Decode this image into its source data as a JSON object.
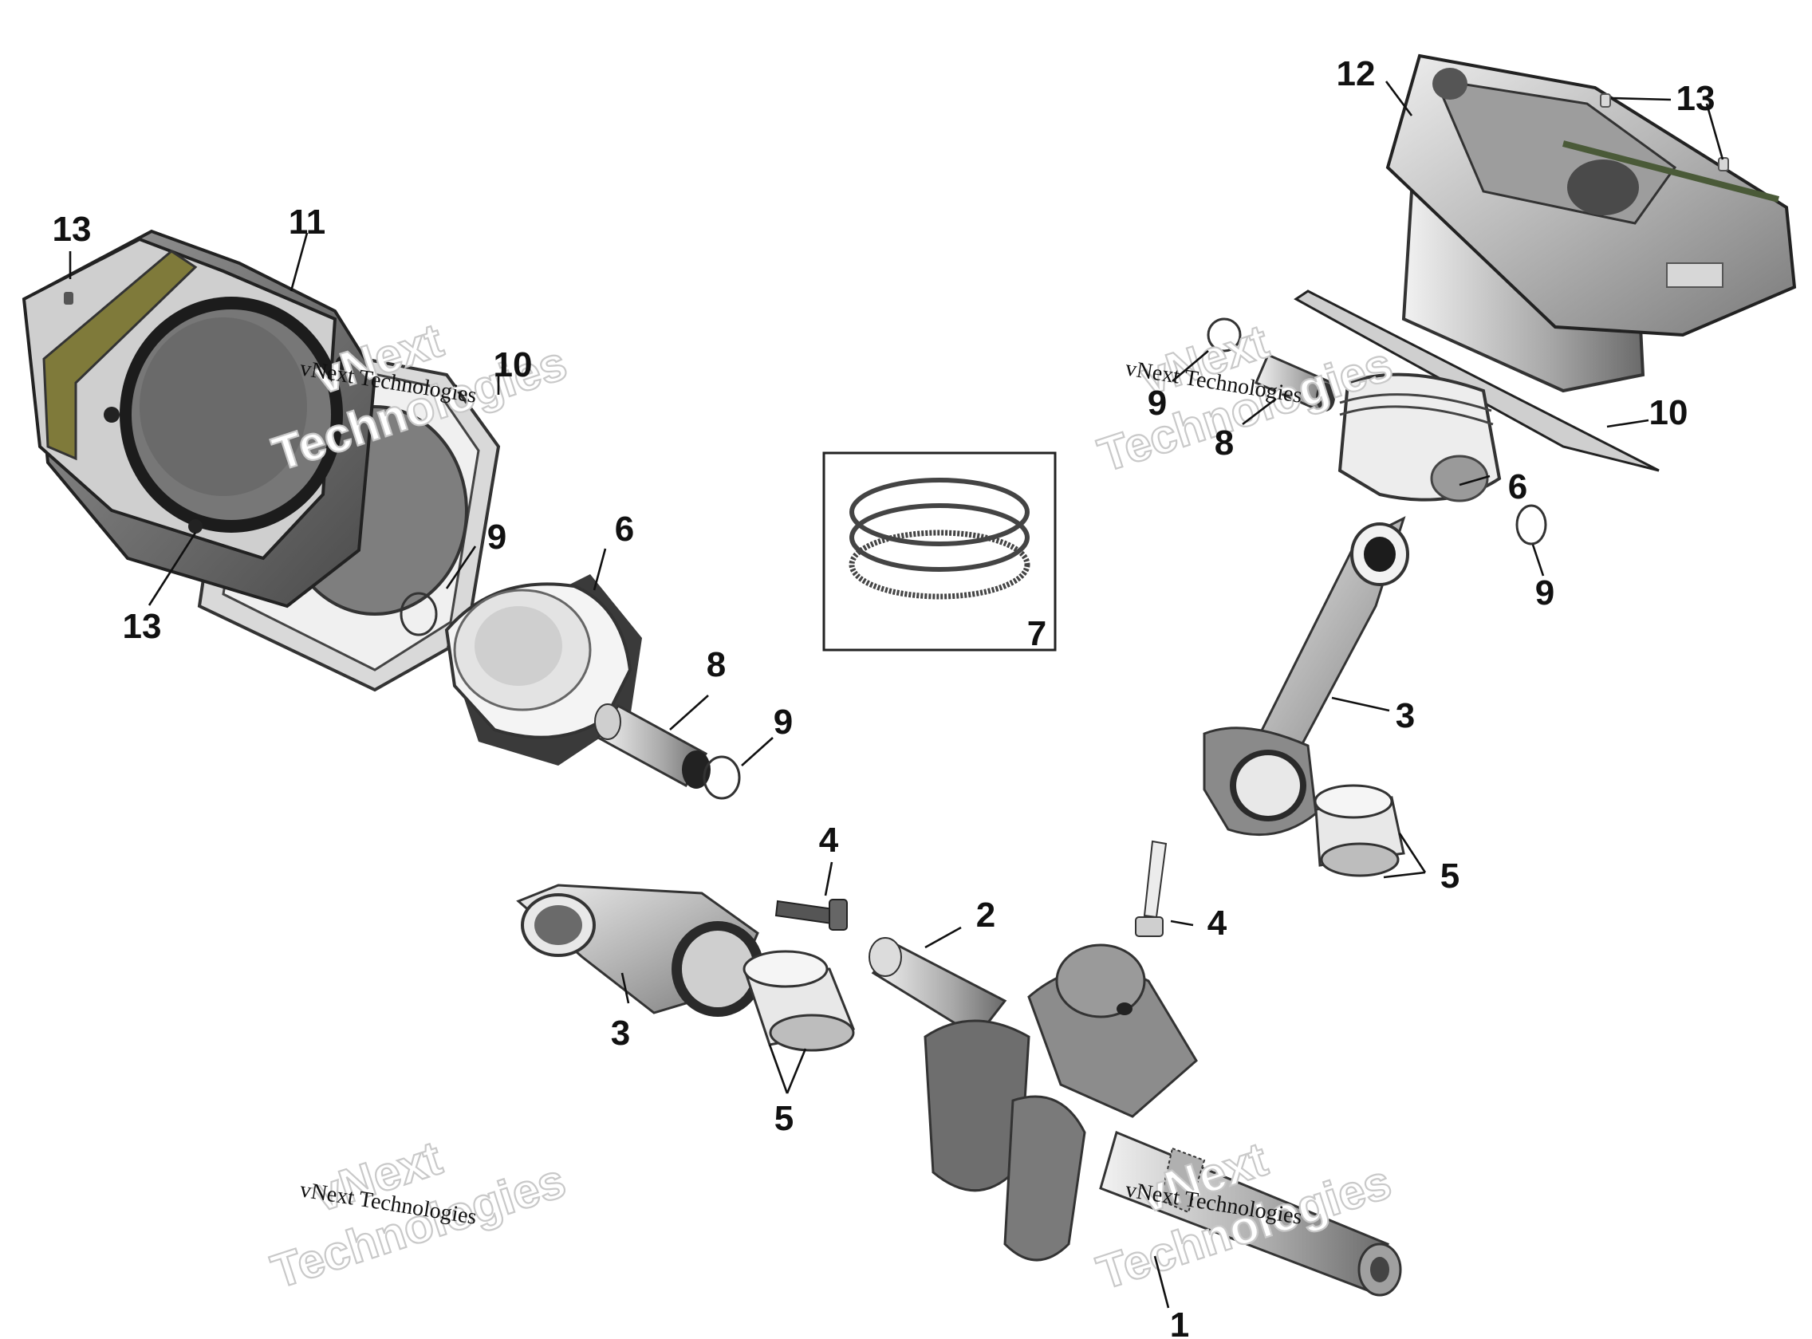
{
  "watermark": {
    "brand": "vNext",
    "word": "Technologies",
    "caption": "vNext Technologies"
  },
  "callouts": [
    {
      "id": "crankshaft",
      "label": "1"
    },
    {
      "id": "crank-end",
      "label": "2"
    },
    {
      "id": "conrod-left",
      "label": "3"
    },
    {
      "id": "conrod-right",
      "label": "3"
    },
    {
      "id": "bolt-left",
      "label": "4"
    },
    {
      "id": "bolt-right",
      "label": "4"
    },
    {
      "id": "bearing-left",
      "label": "5"
    },
    {
      "id": "bearing-right",
      "label": "5"
    },
    {
      "id": "piston-left",
      "label": "6"
    },
    {
      "id": "piston-right",
      "label": "6"
    },
    {
      "id": "piston-ring-set",
      "label": "7"
    },
    {
      "id": "pin-left",
      "label": "8"
    },
    {
      "id": "pin-right",
      "label": "8"
    },
    {
      "id": "circlip-left-top",
      "label": "9"
    },
    {
      "id": "circlip-left-bottom",
      "label": "9"
    },
    {
      "id": "circlip-right-top",
      "label": "9"
    },
    {
      "id": "circlip-right-bottom",
      "label": "9"
    },
    {
      "id": "gasket-left",
      "label": "10"
    },
    {
      "id": "gasket-right",
      "label": "10"
    },
    {
      "id": "cylinder-left",
      "label": "11"
    },
    {
      "id": "cylinder-right",
      "label": "12"
    },
    {
      "id": "dowel-left-top",
      "label": "13"
    },
    {
      "id": "dowel-left-bottom",
      "label": "13"
    },
    {
      "id": "dowel-right",
      "label": "13"
    }
  ]
}
